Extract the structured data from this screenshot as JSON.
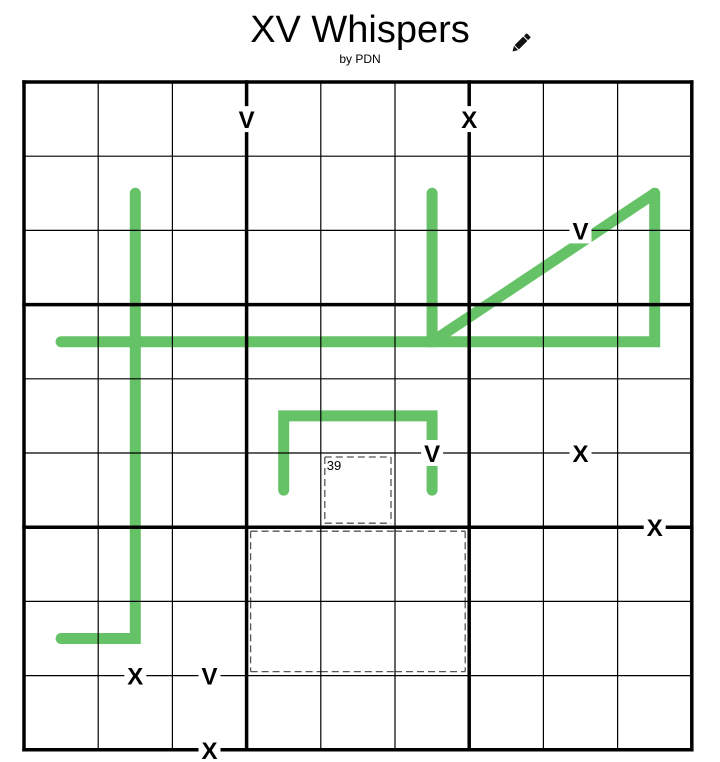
{
  "title": "XV Whispers",
  "author": "by PDN",
  "edit_icon": "pencil-icon",
  "colors": {
    "grid": "#000000",
    "line": "#66c266",
    "cage": "#555555"
  },
  "grid": {
    "size": 9,
    "cells": [
      [
        "",
        "",
        "",
        "",
        "",
        "",
        "",
        "",
        ""
      ],
      [
        "",
        "",
        "",
        "",
        "",
        "",
        "",
        "",
        ""
      ],
      [
        "",
        "",
        "",
        "",
        "",
        "",
        "",
        "",
        ""
      ],
      [
        "",
        "",
        "",
        "",
        "",
        "",
        "",
        "",
        ""
      ],
      [
        "",
        "",
        "",
        "",
        "",
        "",
        "",
        "",
        ""
      ],
      [
        "",
        "",
        "",
        "",
        "",
        "",
        "",
        "",
        ""
      ],
      [
        "",
        "",
        "",
        "",
        "",
        "",
        "",
        "",
        ""
      ],
      [
        "",
        "",
        "",
        "",
        "",
        "",
        "",
        "",
        ""
      ],
      [
        "",
        "",
        "",
        "",
        "",
        "",
        "",
        "",
        ""
      ]
    ]
  },
  "whisper_lines": [
    [
      [
        1,
        1
      ],
      [
        3,
        1
      ],
      [
        3,
        5
      ],
      [
        1,
        8
      ]
    ],
    [
      [
        1,
        5
      ],
      [
        3,
        5
      ],
      [
        3,
        8
      ],
      [
        1,
        8
      ]
    ],
    [
      [
        3,
        0
      ],
      [
        3,
        1
      ],
      [
        7,
        1
      ],
      [
        7,
        0
      ]
    ],
    [
      [
        5,
        3
      ],
      [
        4,
        3
      ],
      [
        4,
        5
      ],
      [
        5,
        5
      ]
    ]
  ],
  "xv_clues": [
    {
      "label": "V",
      "r1": 0,
      "c1": 2,
      "r2": 0,
      "c2": 3
    },
    {
      "label": "X",
      "r1": 0,
      "c1": 5,
      "r2": 0,
      "c2": 6
    },
    {
      "label": "V",
      "r1": 1,
      "c1": 7,
      "r2": 2,
      "c2": 7
    },
    {
      "label": "V",
      "r1": 4,
      "c1": 5,
      "r2": 5,
      "c2": 5
    },
    {
      "label": "X",
      "r1": 4,
      "c1": 7,
      "r2": 5,
      "c2": 7
    },
    {
      "label": "X",
      "r1": 5,
      "c1": 8,
      "r2": 6,
      "c2": 8
    },
    {
      "label": "X",
      "r1": 7,
      "c1": 1,
      "r2": 8,
      "c2": 1
    },
    {
      "label": "V",
      "r1": 7,
      "c1": 2,
      "r2": 8,
      "c2": 2
    },
    {
      "label": "X",
      "r1": 8,
      "c1": 2,
      "r2": 9,
      "c2": 2
    }
  ],
  "cages": [
    {
      "sum": "39",
      "cells": [
        [
          5,
          4
        ]
      ]
    },
    {
      "sum": "",
      "cells": [
        [
          6,
          3
        ],
        [
          6,
          4
        ],
        [
          6,
          5
        ],
        [
          7,
          3
        ],
        [
          7,
          4
        ],
        [
          7,
          5
        ]
      ]
    }
  ]
}
